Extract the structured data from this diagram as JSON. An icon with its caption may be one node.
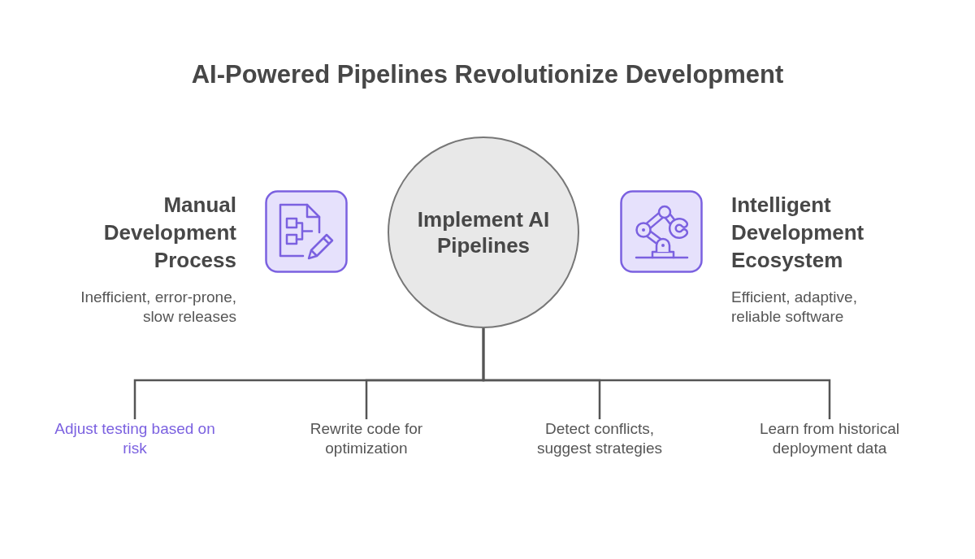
{
  "diagram": {
    "title": "AI-Powered Pipelines Revolutionize Development",
    "nodes": [
      {
        "text": [
          "Implement AI Pipelines"
        ]
      },
      {
        "text": [
          "Manual Development Process",
          "Inefficient, error-prone, slow releases"
        ]
      },
      {
        "text": [
          "Intelligent Development Ecosystem",
          "Efficient, adaptive, reliable software"
        ]
      },
      {
        "text": [
          "Adjust testing based on risk"
        ]
      },
      {
        "text": [
          "Rewrite code for optimization"
        ]
      },
      {
        "text": [
          "Detect conflicts, suggest strategies"
        ]
      },
      {
        "text": [
          "Learn from historical deployment data"
        ]
      }
    ],
    "edges": [
      {
        "from": 0,
        "to": 3,
        "arrow": "none"
      },
      {
        "from": 0,
        "to": 4,
        "arrow": "none"
      },
      {
        "from": 0,
        "to": 5,
        "arrow": "none"
      },
      {
        "from": 0,
        "to": 6,
        "arrow": "none"
      }
    ]
  }
}
